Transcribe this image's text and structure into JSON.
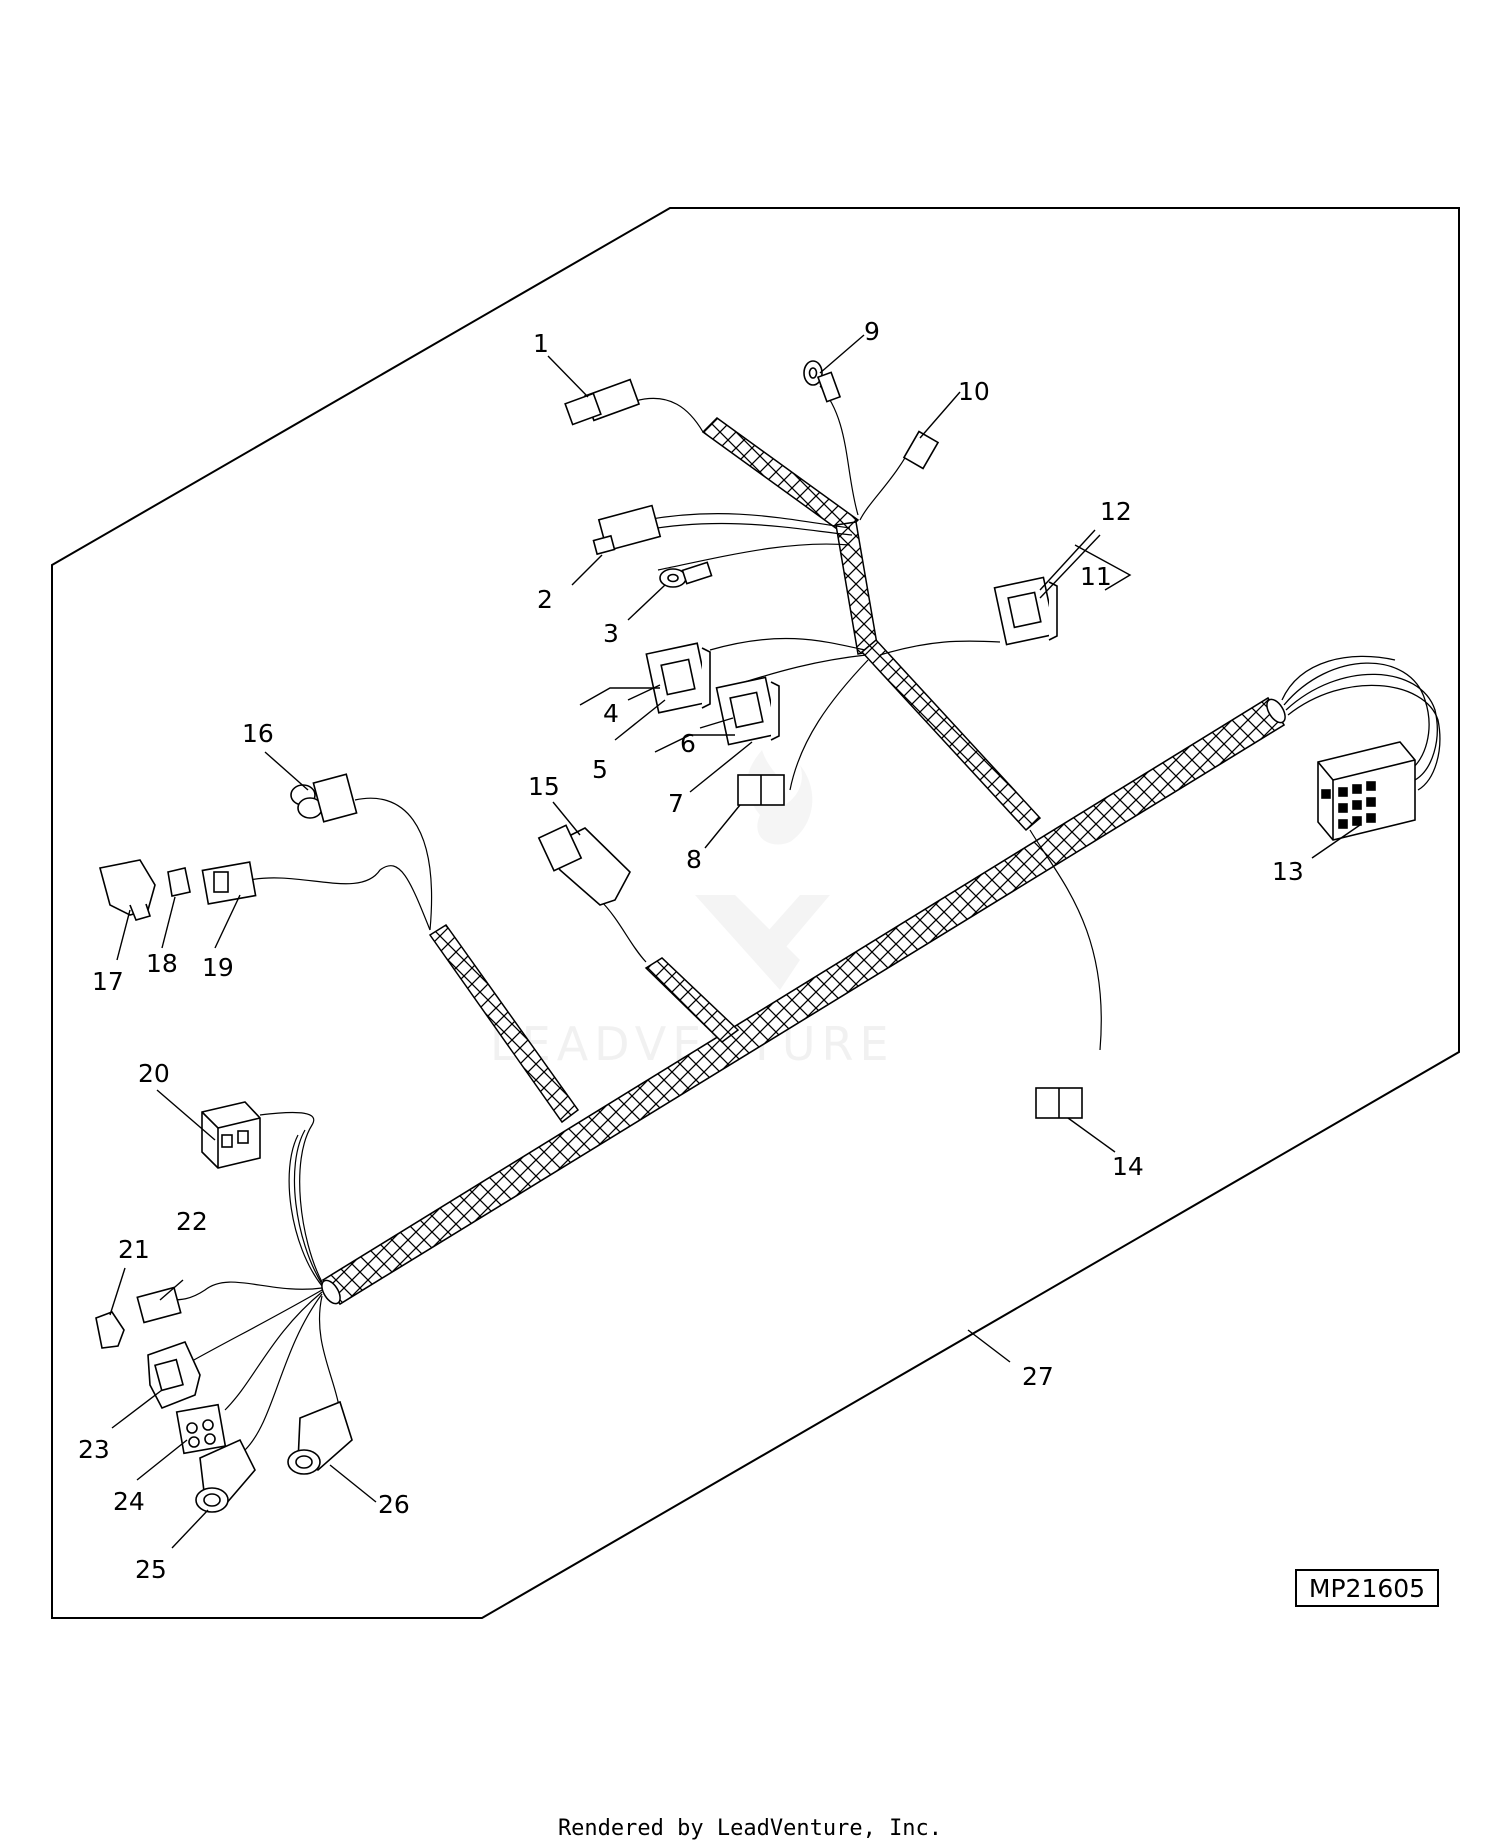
{
  "diagram": {
    "reference_code": "MP21605",
    "footer": "Rendered by LeadVenture, Inc.",
    "watermark": "LEADVENTURE",
    "callouts": [
      {
        "label": "1"
      },
      {
        "label": "2"
      },
      {
        "label": "3"
      },
      {
        "label": "4"
      },
      {
        "label": "5"
      },
      {
        "label": "6"
      },
      {
        "label": "7"
      },
      {
        "label": "8"
      },
      {
        "label": "9"
      },
      {
        "label": "10"
      },
      {
        "label": "11"
      },
      {
        "label": "12"
      },
      {
        "label": "13"
      },
      {
        "label": "14"
      },
      {
        "label": "15"
      },
      {
        "label": "16"
      },
      {
        "label": "17"
      },
      {
        "label": "18"
      },
      {
        "label": "19"
      },
      {
        "label": "20"
      },
      {
        "label": "21"
      },
      {
        "label": "22"
      },
      {
        "label": "23"
      },
      {
        "label": "24"
      },
      {
        "label": "25"
      },
      {
        "label": "26"
      },
      {
        "label": "27"
      }
    ]
  }
}
